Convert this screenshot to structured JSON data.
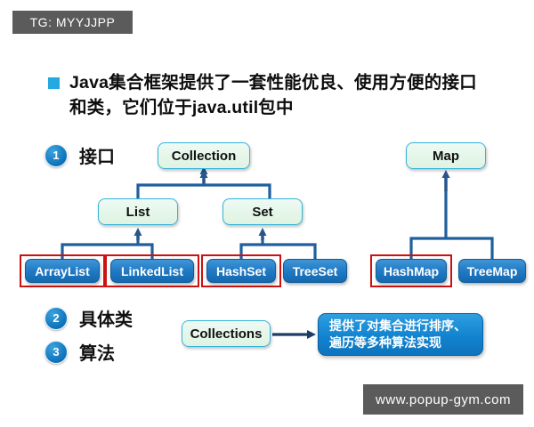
{
  "watermarks": {
    "telegram_tag": "TG: MYYJJPP",
    "site": "www.popup-gym.com"
  },
  "heading": {
    "bullet_icon": "filled-square-bullet",
    "text": "Java集合框架提供了一套性能优良、使用方便的接口和类，它们位于java.util包中"
  },
  "legend": [
    {
      "number": "1",
      "label": "接口"
    },
    {
      "number": "2",
      "label": "具体类"
    },
    {
      "number": "3",
      "label": "算法"
    }
  ],
  "diagram": {
    "interfaces": [
      {
        "id": "collection",
        "label": "Collection"
      },
      {
        "id": "list",
        "label": "List"
      },
      {
        "id": "set",
        "label": "Set"
      },
      {
        "id": "map",
        "label": "Map"
      }
    ],
    "classes": [
      {
        "id": "arraylist",
        "label": "ArrayList",
        "highlighted": true
      },
      {
        "id": "linkedlist",
        "label": "LinkedList",
        "highlighted": true
      },
      {
        "id": "hashset",
        "label": "HashSet",
        "highlighted": true
      },
      {
        "id": "treeset",
        "label": "TreeSet",
        "highlighted": false
      },
      {
        "id": "hashmap",
        "label": "HashMap",
        "highlighted": true
      },
      {
        "id": "treemap",
        "label": "TreeMap",
        "highlighted": false
      }
    ],
    "algorithm": {
      "node_label": "Collections",
      "callout_line1": "提供了对集合进行排序、",
      "callout_line2": "遍历等多种算法实现"
    }
  },
  "colors": {
    "bullet": "#23a9e0",
    "interface_border": "#35b4da",
    "interface_fill": "#e6f7ea",
    "class_fill": "#1f79c4",
    "highlight_border": "#cc1111",
    "callout_fill": "#1283cf",
    "connector": "#1f5f9e",
    "watermark_bg": "#5b5b5b"
  }
}
